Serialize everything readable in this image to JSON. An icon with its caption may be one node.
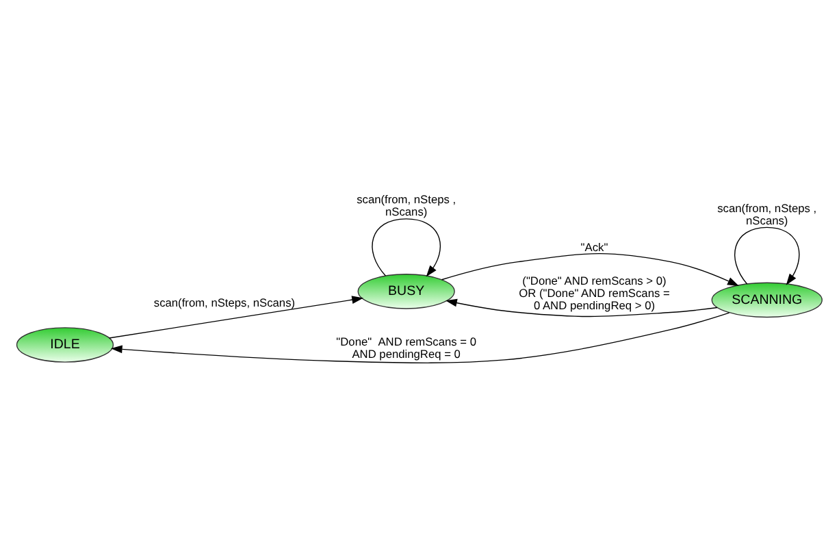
{
  "diagram": {
    "nodes": [
      {
        "text": [
          "IDLE"
        ]
      },
      {
        "text": [
          "BUSY"
        ]
      },
      {
        "text": [
          "SCANNING"
        ]
      }
    ],
    "edges": [
      {
        "from": 0,
        "to": 1,
        "arrow": "to",
        "label": "scan(from, nSteps, nScans)"
      },
      {
        "from": 1,
        "to": 1,
        "arrow": "to",
        "label": "scan(from, nSteps , nScans)"
      },
      {
        "from": 1,
        "to": 2,
        "arrow": "to",
        "label": "\"Ack\""
      },
      {
        "from": 2,
        "to": 0,
        "arrow": "to",
        "label": "\"Done\"  AND remScans = 0 AND pendingReq = 0"
      },
      {
        "from": 2,
        "to": 1,
        "arrow": "to",
        "label": "(\"Done\" AND remScans > 0) OR (\"Done\" AND remScans = 0 AND pendingReq > 0)"
      },
      {
        "from": 2,
        "to": 2,
        "arrow": "to",
        "label": "scan(from, nSteps , nScans)"
      }
    ]
  }
}
